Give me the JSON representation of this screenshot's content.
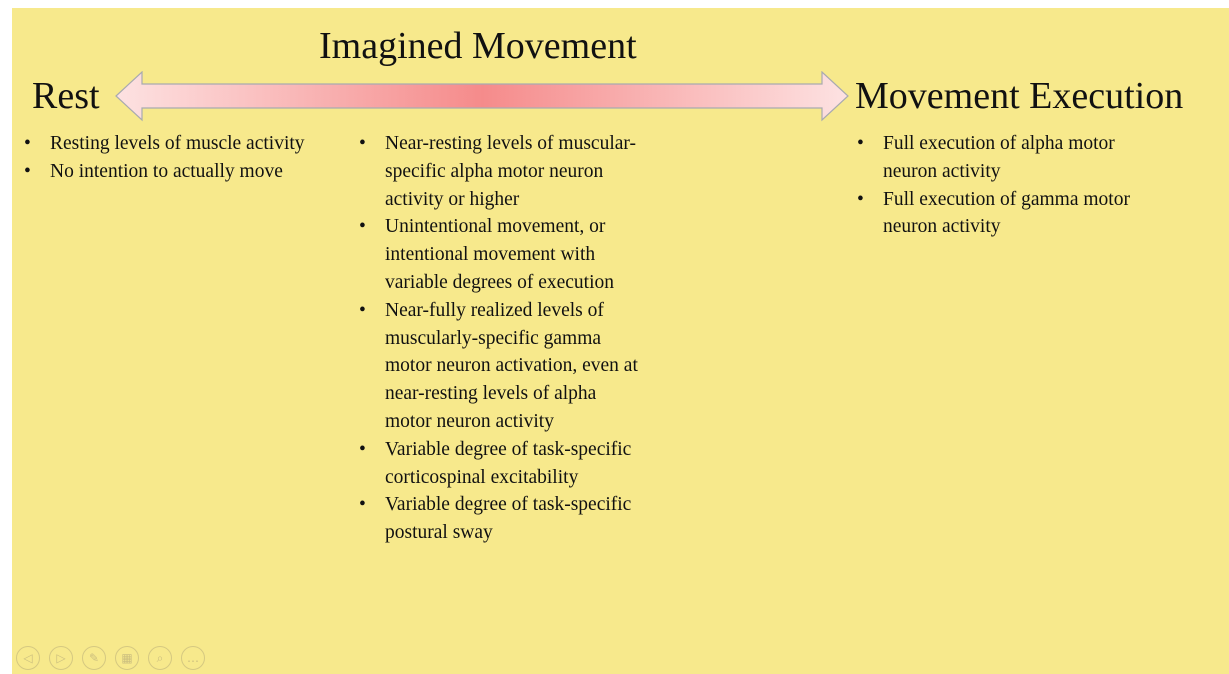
{
  "slide": {
    "title": "Imagined Movement",
    "left_label": "Rest",
    "right_label": "Movement Execution",
    "arrow_colors": {
      "edge": "#fde2e2",
      "center": "#f58b8b",
      "stroke": "#a8aab0"
    }
  },
  "columns": {
    "rest": {
      "items": [
        "Resting levels of muscle activity",
        "No intention to actually move"
      ]
    },
    "imagined": {
      "items": [
        "Near-resting levels of muscular-specific alpha motor neuron activity or higher",
        "Unintentional movement, or intentional movement with variable degrees of execution",
        "Near-fully realized levels of muscularly-specific gamma motor neuron activation, even at near-resting levels of alpha motor neuron activity",
        "Variable degree of task-specific corticospinal excitability",
        "Variable degree of task-specific postural sway"
      ]
    },
    "execution": {
      "items": [
        "Full execution of alpha motor neuron activity",
        "Full execution of gamma motor neuron activity"
      ]
    }
  },
  "nav": {
    "buttons": [
      {
        "name": "previous-slide-button",
        "icon": "chevron-left-icon",
        "glyph": "◁"
      },
      {
        "name": "next-slide-button",
        "icon": "chevron-right-icon",
        "glyph": "▷"
      },
      {
        "name": "pen-tool-button",
        "icon": "pen-icon",
        "glyph": "✎"
      },
      {
        "name": "see-all-slides-button",
        "icon": "grid-icon",
        "glyph": "▦"
      },
      {
        "name": "zoom-button",
        "icon": "magnifier-icon",
        "glyph": "⌕"
      },
      {
        "name": "more-options-button",
        "icon": "ellipsis-icon",
        "glyph": "…"
      }
    ]
  }
}
